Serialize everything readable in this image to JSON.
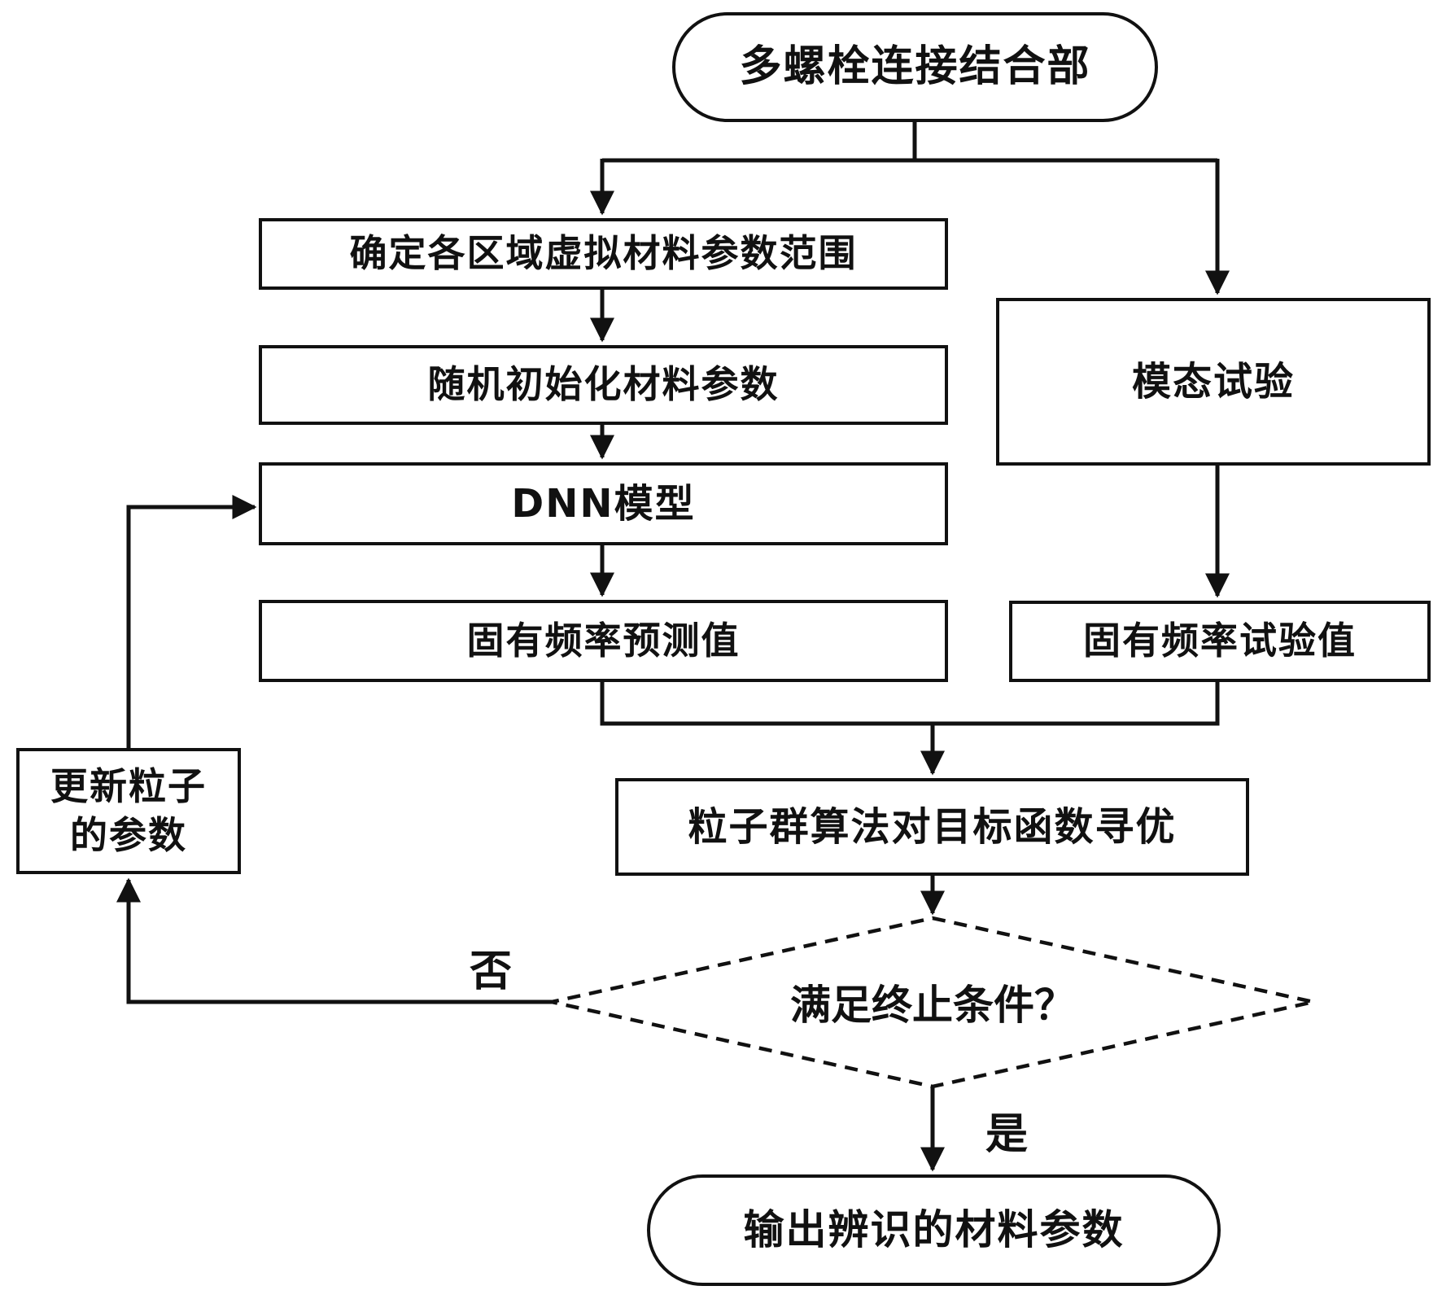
{
  "diagram": {
    "background": "#ffffff",
    "line_color": "#111111",
    "nodes": {
      "start": {
        "label": "多螺栓连接结合部",
        "shape": "stadium"
      },
      "param_range": {
        "label": "确定各区域虚拟材料参数范围",
        "shape": "rect"
      },
      "random_init": {
        "label": "随机初始化材料参数",
        "shape": "rect"
      },
      "dnn": {
        "label": "DNN模型",
        "shape": "rect"
      },
      "freq_pred": {
        "label": "固有频率预测值",
        "shape": "rect"
      },
      "modal_test": {
        "label": "模态试验",
        "shape": "rect"
      },
      "freq_test": {
        "label": "固有频率试验值",
        "shape": "rect"
      },
      "pso": {
        "label": "粒子群算法对目标函数寻优",
        "shape": "rect"
      },
      "decision": {
        "label": "满足终止条件？",
        "shape": "diamond"
      },
      "update": {
        "label": "更新粒子 的参数",
        "shape": "rect"
      },
      "output": {
        "label": "输出辨识的材料参数",
        "shape": "stadium"
      }
    },
    "edge_labels": {
      "no": "否",
      "yes": "是"
    }
  }
}
